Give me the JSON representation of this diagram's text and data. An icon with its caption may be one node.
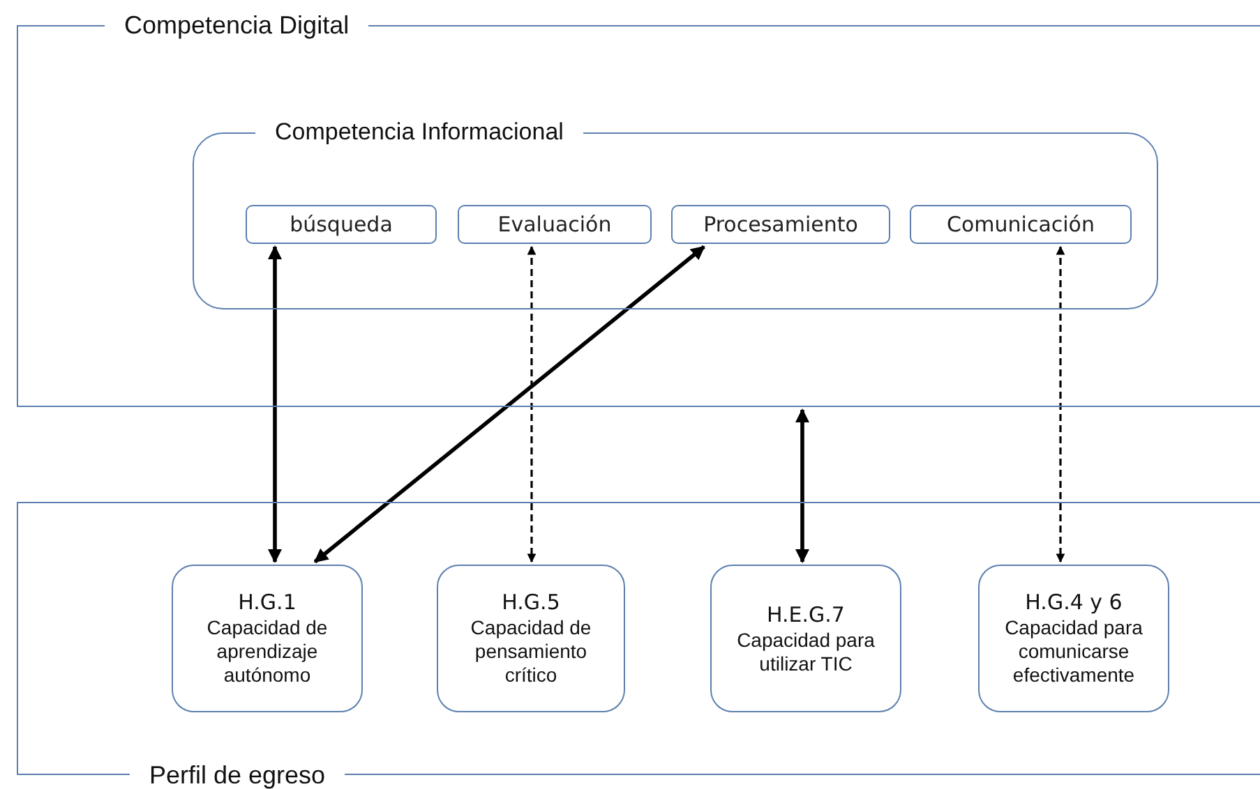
{
  "diagram": {
    "nodes": [
      {
        "text": [
          "Competencia Digital"
        ]
      },
      {
        "text": [
          "Competencia Informacional"
        ],
        "in": 0
      },
      {
        "text": [
          "búsqueda"
        ],
        "in": 1
      },
      {
        "text": [
          "Evaluación"
        ],
        "in": 1
      },
      {
        "text": [
          "Procesamiento"
        ],
        "in": 1
      },
      {
        "text": [
          "Comunicación"
        ],
        "in": 1
      },
      {
        "text": [
          "Perfil de egreso"
        ]
      },
      {
        "text": [
          "H.G.1",
          "Capacidad de aprendizaje autónomo"
        ],
        "in": 6
      },
      {
        "text": [
          "H.G.5",
          "Capacidad de pensamiento crítico"
        ],
        "in": 6
      },
      {
        "text": [
          "H.E.G.7",
          "Capacidad para utilizar TIC"
        ],
        "in": 6
      },
      {
        "text": [
          "H.G.4 y 6",
          "Capacidad para comunicarse efectivamente"
        ],
        "in": 6
      }
    ],
    "edges": [
      {
        "from": 2,
        "to": 7,
        "arrow": "both"
      },
      {
        "from": 7,
        "to": 4,
        "arrow": "both"
      },
      {
        "from": 3,
        "to": 8,
        "arrow": "both",
        "style": "dashed"
      },
      {
        "from": 0,
        "to": 9,
        "arrow": "both"
      },
      {
        "from": 5,
        "to": 10,
        "arrow": "both",
        "style": "dashed"
      }
    ]
  }
}
